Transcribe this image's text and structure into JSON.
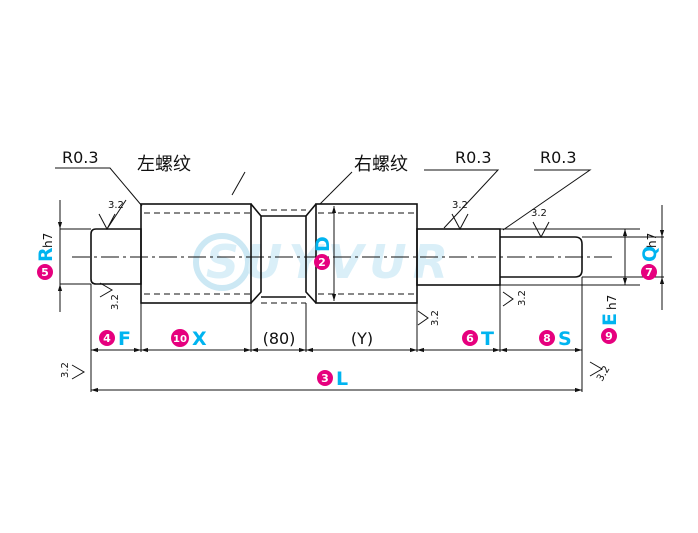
{
  "colors": {
    "accent_cyan": "#00b4f0",
    "callout_magenta": "#e6007e",
    "line": "#111111",
    "watermark": "#c7e6f3"
  },
  "watermark": {
    "text": "SUYVUR",
    "logo": "swirl-logo"
  },
  "annotations": {
    "radius_left": "R0.3",
    "radius_mid": "R0.3",
    "radius_right": "R0.3",
    "thread_left": "左螺纹",
    "thread_right": "右螺纹"
  },
  "roughness": {
    "value": "3.2"
  },
  "callouts": {
    "D": {
      "num": "2",
      "name": "D",
      "tol": ""
    },
    "L": {
      "num": "3",
      "name": "L",
      "tol": ""
    },
    "F": {
      "num": "4",
      "name": "F",
      "tol": ""
    },
    "R": {
      "num": "5",
      "name": "R",
      "tol": "h7"
    },
    "T": {
      "num": "6",
      "name": "T",
      "tol": ""
    },
    "Q": {
      "num": "7",
      "name": "Q",
      "tol": "h7"
    },
    "S": {
      "num": "8",
      "name": "S",
      "tol": ""
    },
    "E": {
      "num": "9",
      "name": "E",
      "tol": "h7"
    },
    "X": {
      "num": "10",
      "name": "X",
      "tol": ""
    }
  },
  "dims": {
    "fixed": "(80)",
    "Y": "(Y)"
  }
}
